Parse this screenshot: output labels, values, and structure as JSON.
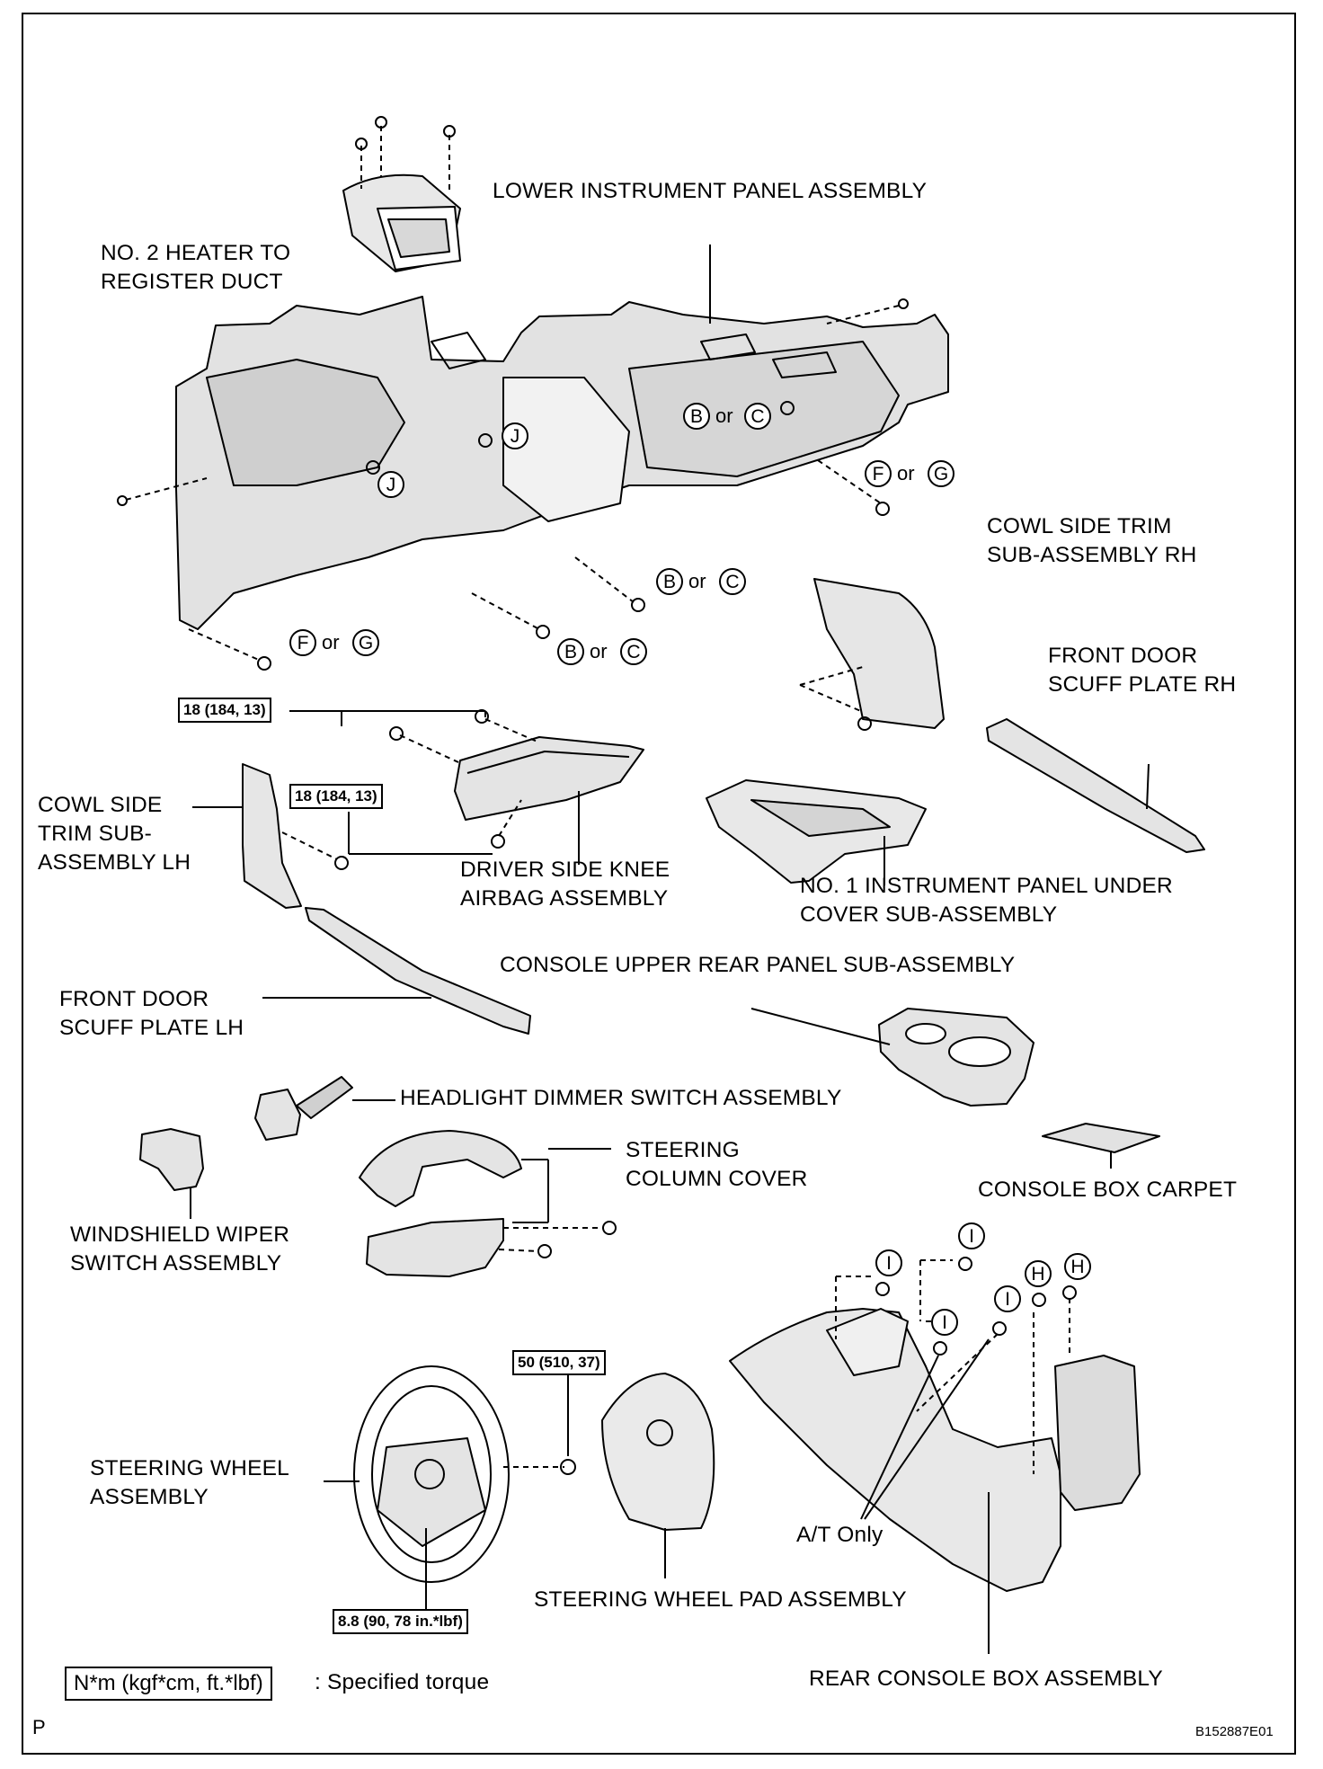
{
  "labels": {
    "lower_panel": "LOWER INSTRUMENT PANEL ASSEMBLY",
    "heater_duct_1": "NO. 2 HEATER TO",
    "heater_duct_2": "REGISTER DUCT",
    "cowl_rh_1": "COWL SIDE TRIM",
    "cowl_rh_2": "SUB-ASSEMBLY RH",
    "scuff_rh_1": "FRONT DOOR",
    "scuff_rh_2": "SCUFF PLATE RH",
    "cowl_lh_1": "COWL SIDE",
    "cowl_lh_2": "TRIM SUB-",
    "cowl_lh_3": "ASSEMBLY LH",
    "knee_airbag_1": "DRIVER SIDE KNEE",
    "knee_airbag_2": "AIRBAG ASSEMBLY",
    "under_cover_1": "NO. 1 INSTRUMENT PANEL UNDER",
    "under_cover_2": "COVER SUB-ASSEMBLY",
    "console_upper": "CONSOLE UPPER REAR PANEL SUB-ASSEMBLY",
    "scuff_lh_1": "FRONT DOOR",
    "scuff_lh_2": "SCUFF PLATE LH",
    "headlight_switch": "HEADLIGHT DIMMER SWITCH ASSEMBLY",
    "column_cover_1": "STEERING",
    "column_cover_2": "COLUMN COVER",
    "carpet": "CONSOLE BOX CARPET",
    "wiper_1": "WINDSHIELD WIPER",
    "wiper_2": "SWITCH ASSEMBLY",
    "wheel_1": "STEERING WHEEL",
    "wheel_2": "ASSEMBLY",
    "wheel_pad": "STEERING WHEEL PAD ASSEMBLY",
    "at_only": "A/T Only",
    "rear_console": "REAR CONSOLE BOX ASSEMBLY"
  },
  "torques": {
    "knee_top": "18 (184, 13)",
    "knee_bottom": "18 (184, 13)",
    "wheel_nut": "50 (510, 37)",
    "wheel_screw": "8.8 (90, 78 in.*lbf)"
  },
  "codes": {
    "B": "B",
    "C": "C",
    "F": "F",
    "G": "G",
    "J": "J",
    "H": "H",
    "I": "I",
    "or": "or"
  },
  "legend": {
    "unit": "N*m (kgf*cm, ft.*lbf)",
    "text": ": Specified torque"
  },
  "corner_letter": "P",
  "figure_id": "B152887E01"
}
